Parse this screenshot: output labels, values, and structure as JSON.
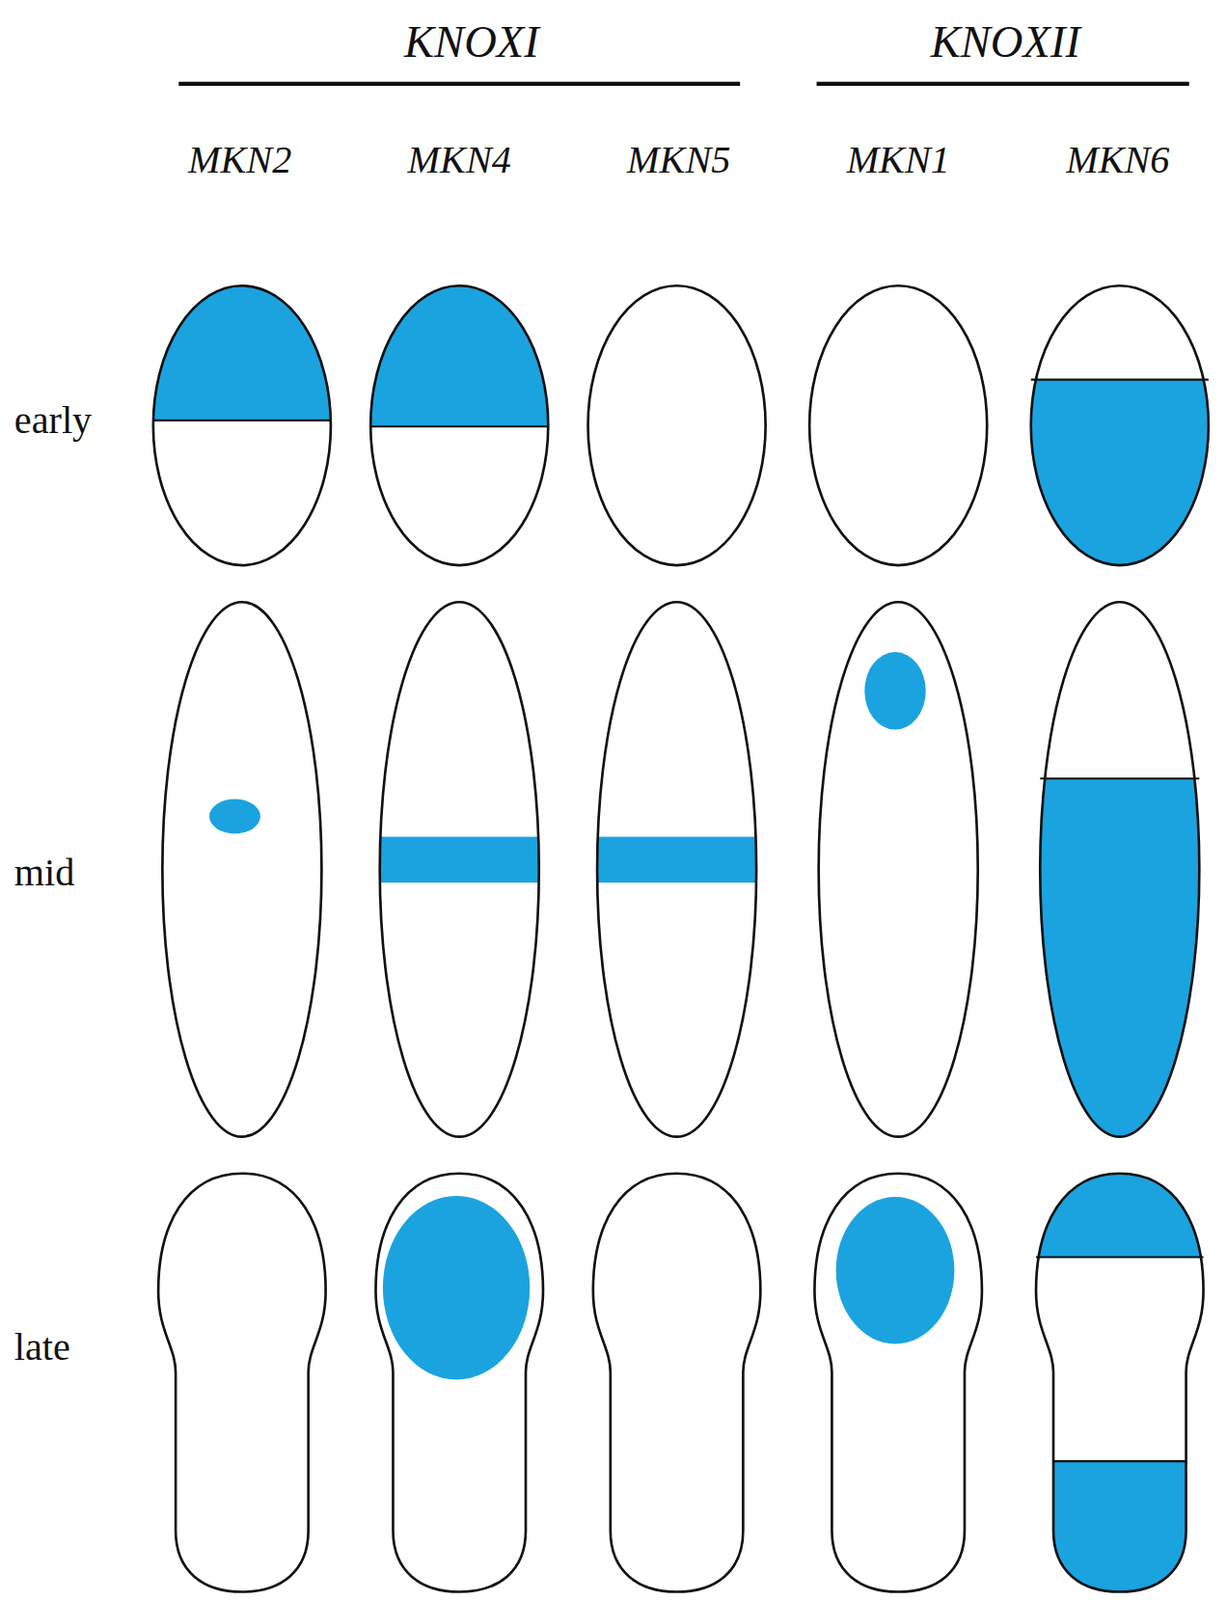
{
  "diagram": {
    "labels": [
      "KNOXI",
      "KNOXII",
      "MKN2",
      "MKN4",
      "MKN5",
      "MKN1",
      "MKN6",
      "early",
      "mid",
      "late"
    ]
  }
}
